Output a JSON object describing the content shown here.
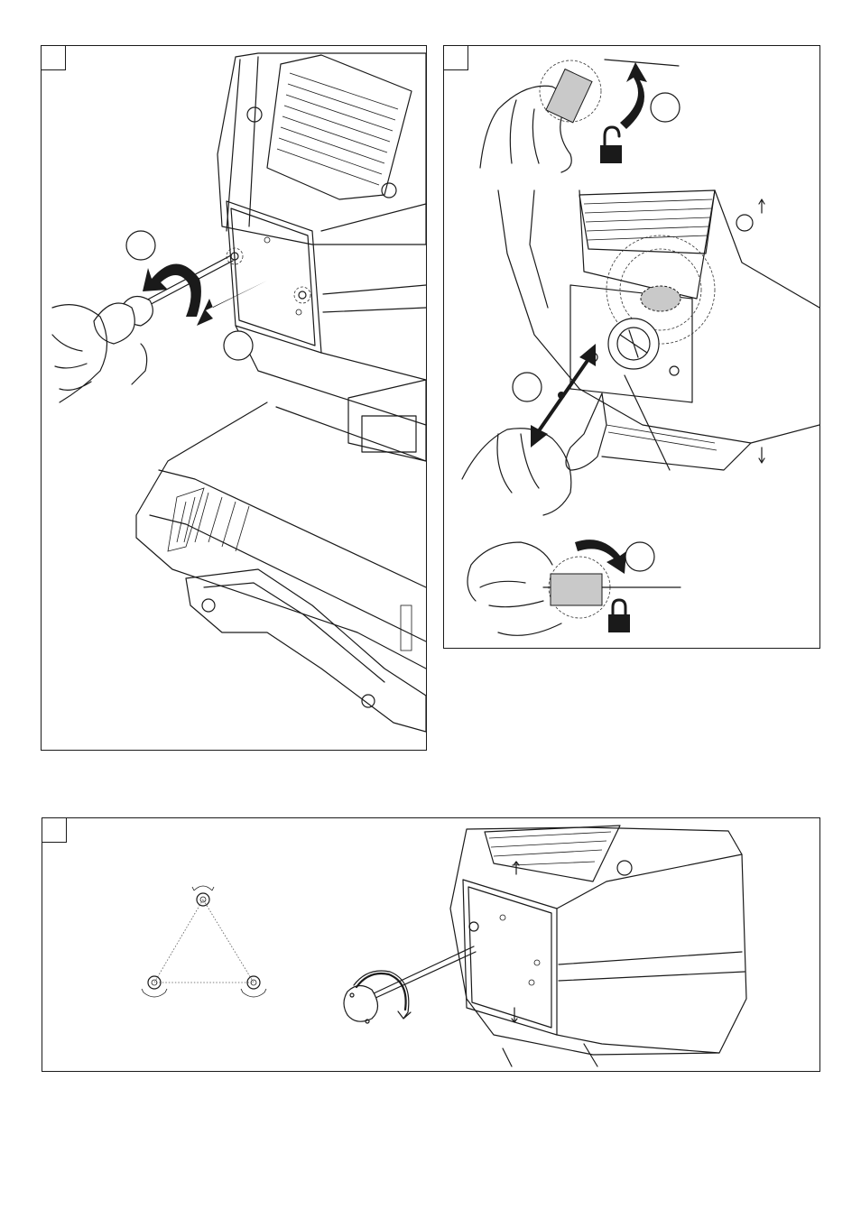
{
  "document": {
    "type": "technical-manual-illustration-page",
    "panels": [
      {
        "id": "panel-a",
        "callouts": 2,
        "tab_label": ""
      },
      {
        "id": "panel-b",
        "callouts": 3,
        "tab_label": ""
      },
      {
        "id": "panel-c",
        "callouts": 0,
        "tab_label": ""
      }
    ]
  },
  "icons": {
    "lock_open": "padlock-open-icon",
    "lock_closed": "padlock-closed-icon",
    "rotate": "rotation-arrow-icon",
    "hand": "hand-icon",
    "screwdriver": "screwdriver-icon",
    "t_key": "t-handle-key-icon"
  }
}
